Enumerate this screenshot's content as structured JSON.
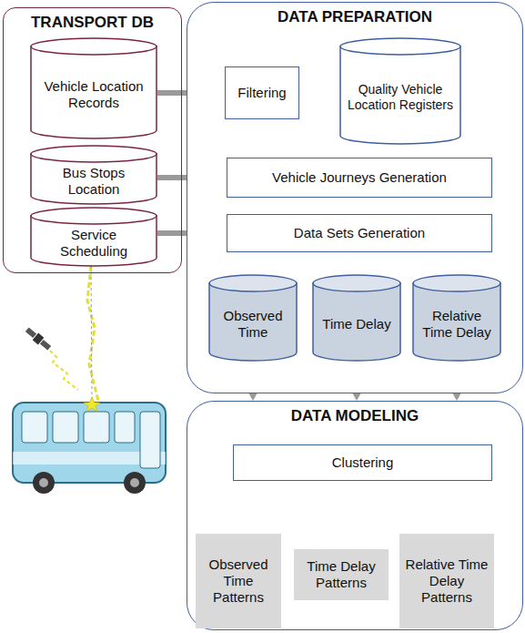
{
  "diagram": {
    "nodes": [
      {
        "text": [
          "TRANSPORT DB"
        ]
      },
      {
        "text": [
          "Vehicle Location Records"
        ],
        "in": 0
      },
      {
        "text": [
          "Bus Stops Location"
        ],
        "in": 0
      },
      {
        "text": [
          "Service Scheduling"
        ],
        "in": 0
      },
      {
        "text": [
          "DATA PREPARATION"
        ]
      },
      {
        "text": [
          "Filtering"
        ],
        "in": 4
      },
      {
        "text": [
          "Quality Vehicle Location Registers"
        ],
        "in": 4
      },
      {
        "text": [
          "Vehicle Journeys Generation"
        ],
        "in": 4
      },
      {
        "text": [
          "Data Sets Generation"
        ],
        "in": 4
      },
      {
        "text": [
          "Observed Time"
        ],
        "in": 4
      },
      {
        "text": [
          "Time Delay"
        ],
        "in": 4
      },
      {
        "text": [
          "Relative Time Delay"
        ],
        "in": 4
      },
      {
        "text": [
          "DATA MODELING"
        ]
      },
      {
        "text": [
          "Clustering"
        ],
        "in": 12
      },
      {
        "text": [
          "Observed Time Patterns"
        ],
        "in": 12
      },
      {
        "text": [
          "Time Delay Patterns"
        ],
        "in": 12
      },
      {
        "text": [
          "Relative Time Delay Patterns"
        ],
        "in": 12
      }
    ],
    "edges": [
      {
        "from": 1,
        "to": 5,
        "arrow": "to"
      },
      {
        "from": 5,
        "to": 6,
        "arrow": "to"
      },
      {
        "from": 6,
        "to": 7,
        "arrow": "to"
      },
      {
        "from": 2,
        "to": 7,
        "arrow": "to"
      },
      {
        "from": 3,
        "to": 8,
        "arrow": "to"
      },
      {
        "from": 7,
        "to": 8,
        "arrow": "to"
      },
      {
        "from": 8,
        "to": 9,
        "arrow": "to"
      },
      {
        "from": 8,
        "to": 10,
        "arrow": "to"
      },
      {
        "from": 8,
        "to": 11,
        "arrow": "to"
      },
      {
        "from": 9,
        "to": 12,
        "arrow": "to"
      },
      {
        "from": 10,
        "to": 12,
        "arrow": "to"
      },
      {
        "from": 11,
        "to": 12,
        "arrow": "to"
      },
      {
        "from": 13,
        "to": 14,
        "arrow": "to"
      },
      {
        "from": 13,
        "to": 15,
        "arrow": "to"
      },
      {
        "from": 13,
        "to": 16,
        "arrow": "to"
      }
    ]
  }
}
